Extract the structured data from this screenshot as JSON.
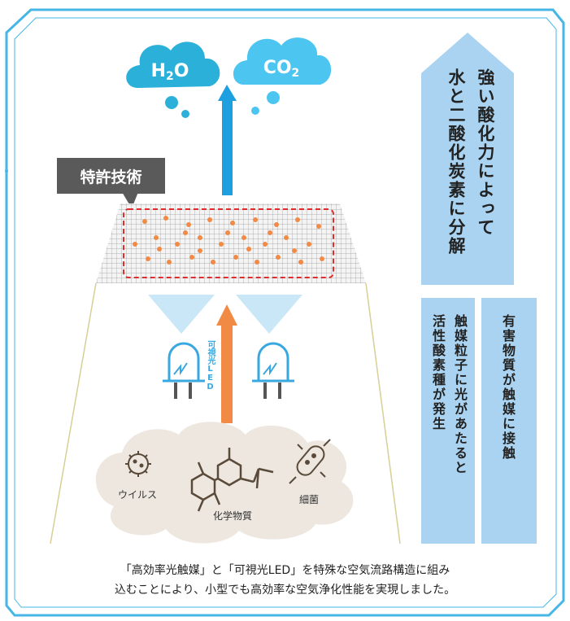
{
  "colors": {
    "frame": "#45b6e6",
    "pale_blue": "#a9d3f0",
    "arrow_blue": "#1e9fe0",
    "arrow_orange": "#f08a44",
    "cloud_h2o": "#2bb0da",
    "cloud_co2": "#4cc6f0",
    "dot_orange": "#f08a44",
    "dashed_red": "#e02c2c",
    "cloud_beige": "#ede7df",
    "icon_brown": "#5a4a3a"
  },
  "h2o": {
    "main": "H",
    "sub": "2",
    "end": "O"
  },
  "co2": {
    "main": "CO",
    "sub": "2"
  },
  "patent_label": "特許技術",
  "led_label": "可視光LED",
  "right_big": {
    "col1": "強い酸化力によって",
    "col2": "水と二酸化炭素に分解"
  },
  "right_small": {
    "a1": "有害物質が触媒に接触",
    "b1": "触媒粒子に光があたると",
    "b2": "活性酸素種が発生"
  },
  "pollutants": {
    "virus": "ウイルス",
    "chemical": "化学物質",
    "bacteria": "細菌"
  },
  "caption": {
    "line1": "「高効率光触媒」と「可視光LED」を特殊な空気流路構造に組み",
    "line2": "込むことにより、小型でも高効率な空気浄化性能を実現しました。"
  }
}
